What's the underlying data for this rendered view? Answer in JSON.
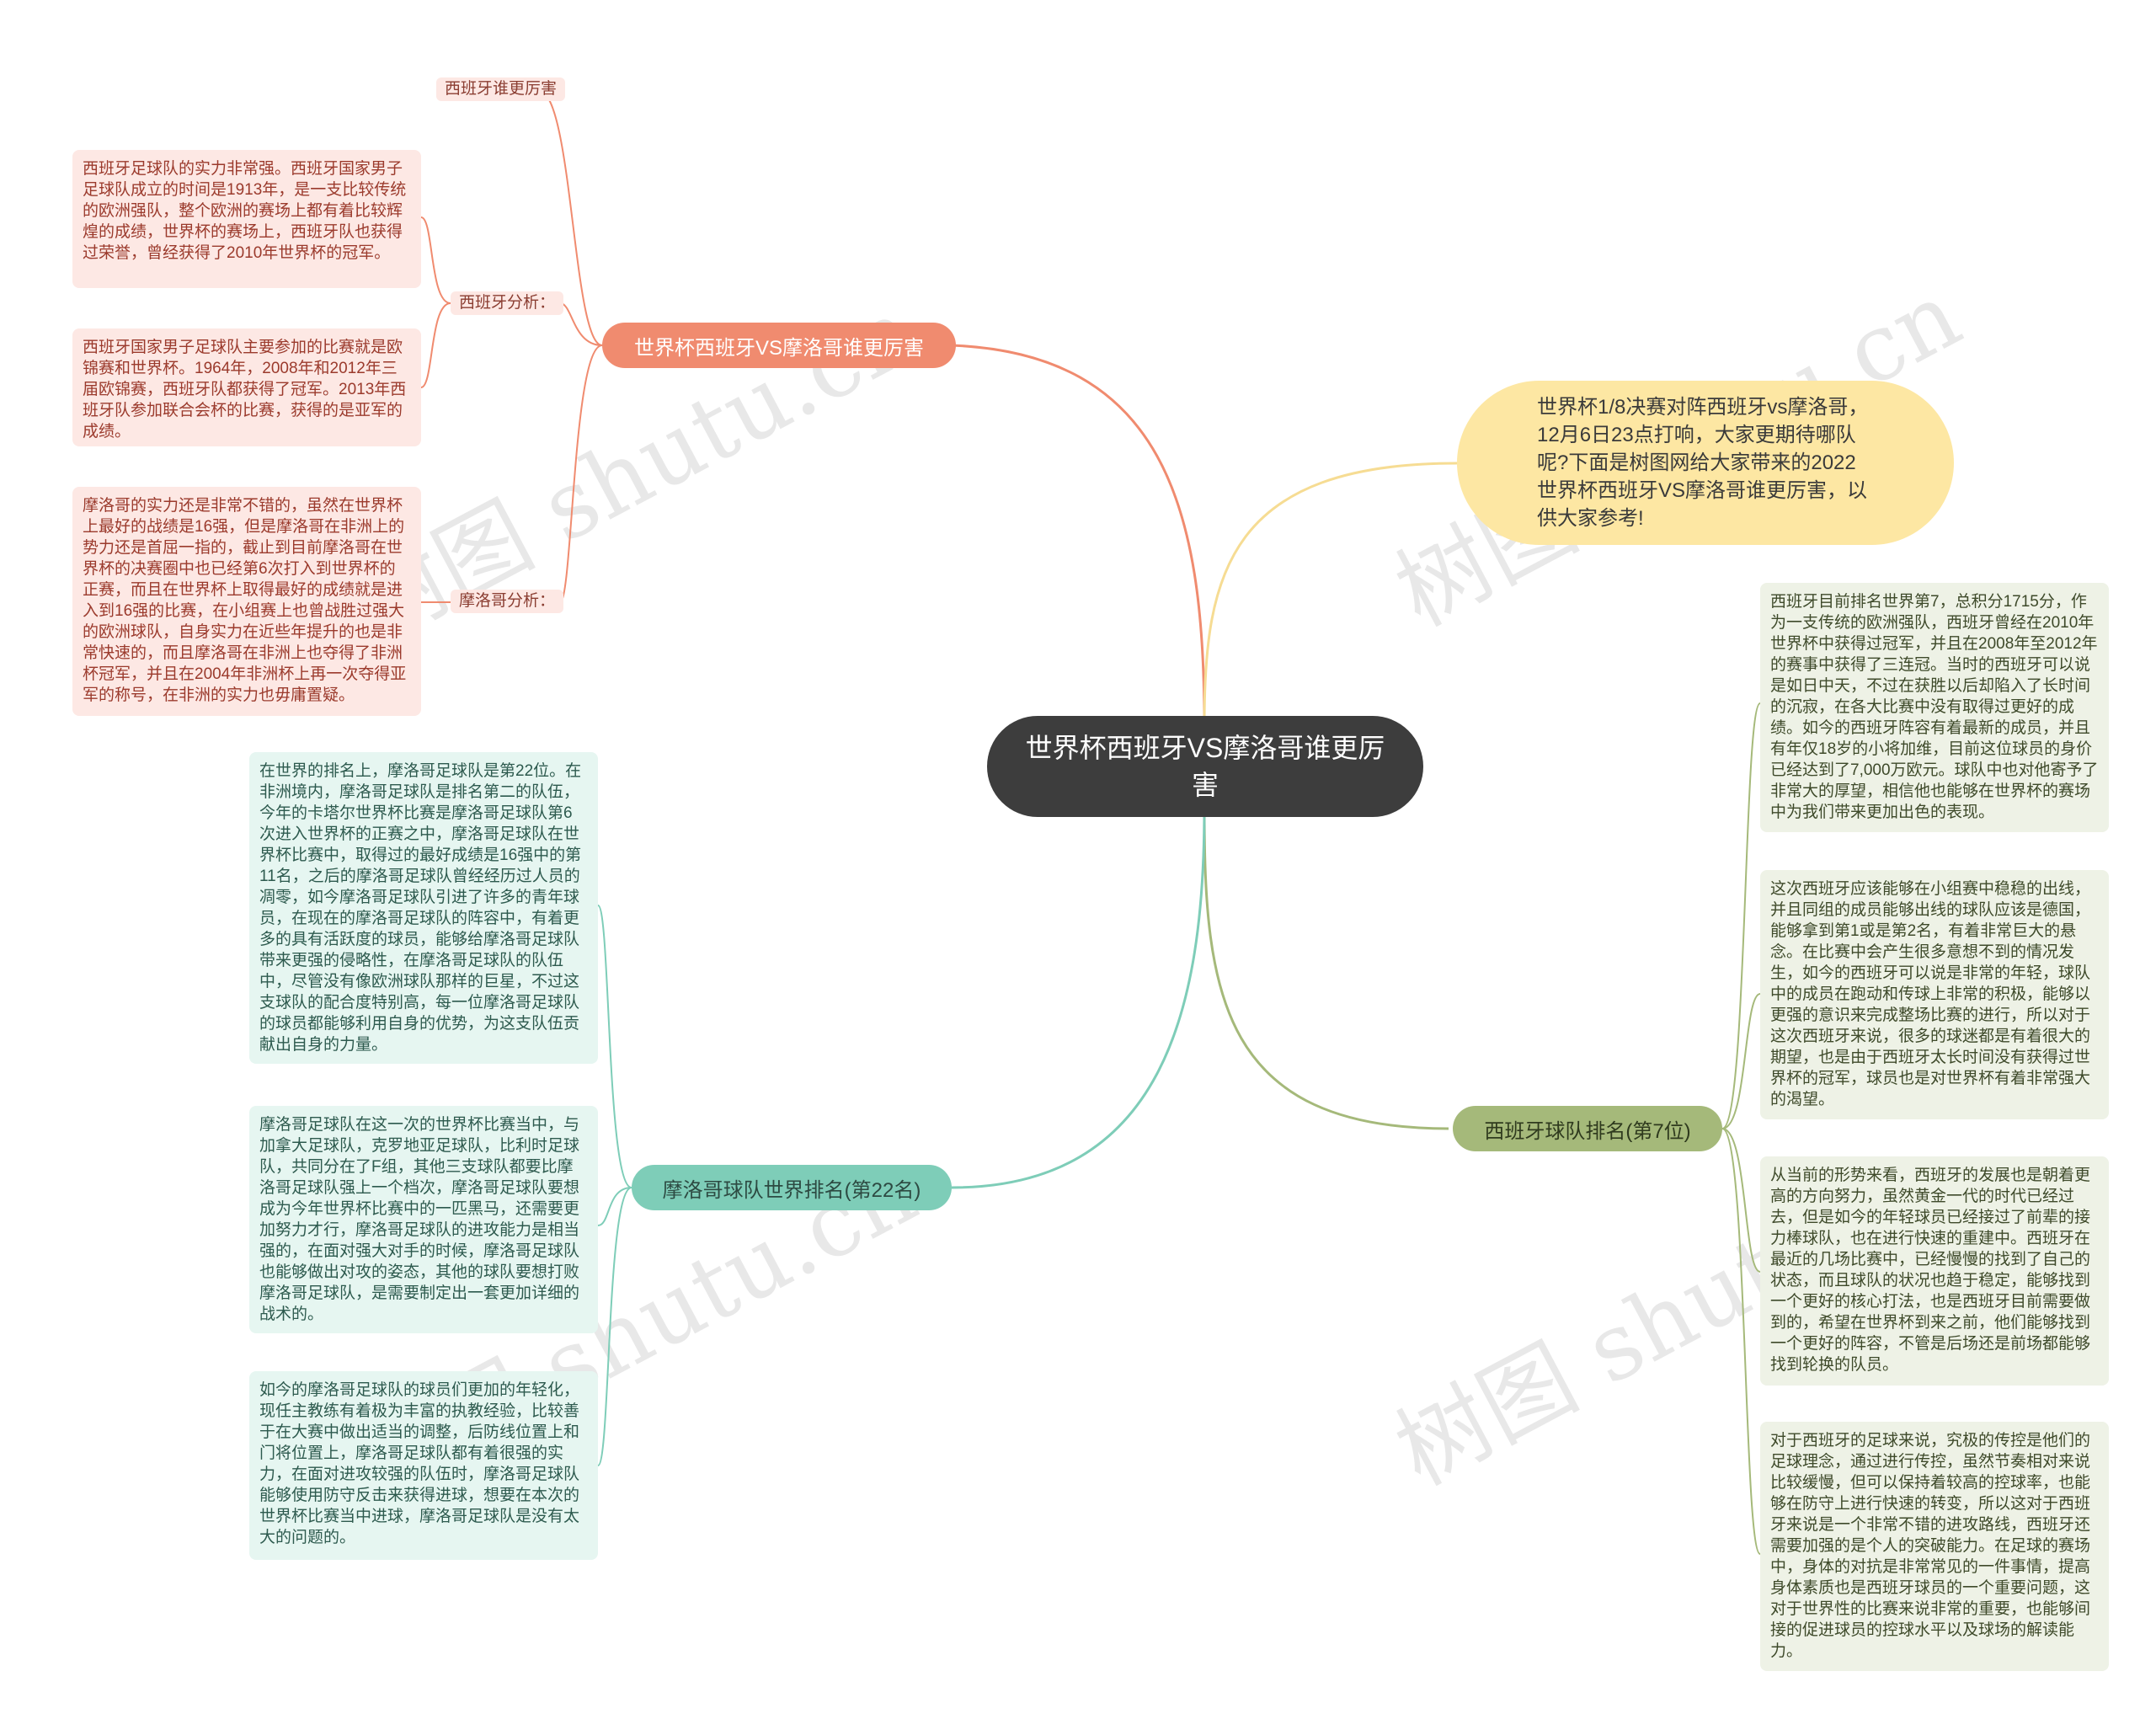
{
  "center": {
    "title": "世界杯西班牙VS摩洛哥谁更厉害"
  },
  "intro": {
    "text": "世界杯1/8决赛对阵西班牙vs摩洛哥，12月6日23点打响，大家更期待哪队呢?下面是树图网给大家带来的2022世界杯西班牙VS摩洛哥谁更厉害，以供大家参考!"
  },
  "branch_left_top": {
    "title": "世界杯西班牙VS摩洛哥谁更厉害",
    "sub_title": "西班牙谁更厉害",
    "spain_label": "西班牙分析：",
    "spain_texts": [
      "西班牙足球队的实力非常强。西班牙国家男子足球队成立的时间是1913年，是一支比较传统的欧洲强队，整个欧洲的赛场上都有着比较辉煌的成绩，世界杯的赛场上，西班牙队也获得过荣誉，曾经获得了2010年世界杯的冠军。",
      "西班牙国家男子足球队主要参加的比赛就是欧锦赛和世界杯。1964年，2008年和2012年三届欧锦赛，西班牙队都获得了冠军。2013年西班牙队参加联合会杯的比赛，获得的是亚军的成绩。"
    ],
    "morocco_label": "摩洛哥分析：",
    "morocco_text": "摩洛哥的实力还是非常不错的，虽然在世界杯上最好的战绩是16强，但是摩洛哥在非洲上的势力还是首屈一指的，截止到目前摩洛哥在世界杯的决赛圈中也已经第6次打入到世界杯的正赛，而且在世界杯上取得最好的成绩就是进入到16强的比赛，在小组赛上也曾战胜过强大的欧洲球队，自身实力在近些年提升的也是非常快速的，而且摩洛哥在非洲上也夺得了非洲杯冠军，并且在2004年非洲杯上再一次夺得亚军的称号，在非洲的实力也毋庸置疑。"
  },
  "branch_left_bottom": {
    "title": "摩洛哥球队世界排名(第22名)",
    "texts": [
      "在世界的排名上，摩洛哥足球队是第22位。在非洲境内，摩洛哥足球队是排名第二的队伍，今年的卡塔尔世界杯比赛是摩洛哥足球队第6次进入世界杯的正赛之中，摩洛哥足球队在世界杯比赛中，取得过的最好成绩是16强中的第11名，之后的摩洛哥足球队曾经经历过人员的凋零，如今摩洛哥足球队引进了许多的青年球员，在现在的摩洛哥足球队的阵容中，有着更多的具有活跃度的球员，能够给摩洛哥足球队带来更强的侵略性，在摩洛哥足球队的队伍中，尽管没有像欧洲球队那样的巨星，不过这支球队的配合度特别高，每一位摩洛哥足球队的球员都能够利用自身的优势，为这支队伍贡献出自身的力量。",
      "摩洛哥足球队在这一次的世界杯比赛当中，与加拿大足球队，克罗地亚足球队，比利时足球队，共同分在了F组，其他三支球队都要比摩洛哥足球队强上一个档次，摩洛哥足球队要想成为今年世界杯比赛中的一匹黑马，还需要更加努力才行，摩洛哥足球队的进攻能力是相当强的，在面对强大对手的时候，摩洛哥足球队也能够做出对攻的姿态，其他的球队要想打败摩洛哥足球队，是需要制定出一套更加详细的战术的。",
      "如今的摩洛哥足球队的球员们更加的年轻化，现任主教练有着极为丰富的执教经验，比较善于在大赛中做出适当的调整，后防线位置上和门将位置上，摩洛哥足球队都有着很强的实力，在面对进攻较强的队伍时，摩洛哥足球队能够使用防守反击来获得进球，想要在本次的世界杯比赛当中进球，摩洛哥足球队是没有太大的问题的。"
    ]
  },
  "branch_right": {
    "title": "西班牙球队排名(第7位)",
    "texts": [
      "西班牙目前排名世界第7，总积分1715分，作为一支传统的欧洲强队，西班牙曾经在2010年世界杯中获得过冠军，并且在2008年至2012年的赛事中获得了三连冠。当时的西班牙可以说是如日中天，不过在获胜以后却陷入了长时间的沉寂，在各大比赛中没有取得过更好的成绩。如今的西班牙阵容有着最新的成员，并且有年仅18岁的小将加维，目前这位球员的身价已经达到了7,000万欧元。球队中也对他寄予了非常大的厚望，相信他也能够在世界杯的赛场中为我们带来更加出色的表现。",
      "这次西班牙应该能够在小组赛中稳稳的出线，并且同组的成员能够出线的球队应该是德国，能够拿到第1或是第2名，有着非常巨大的悬念。在比赛中会产生很多意想不到的情况发生，如今的西班牙可以说是非常的年轻，球队中的成员在跑动和传球上非常的积极，能够以更强的意识来完成整场比赛的进行，所以对于这次西班牙来说，很多的球迷都是有着很大的期望，也是由于西班牙太长时间没有获得过世界杯的冠军，球员也是对世界杯有着非常强大的渴望。",
      "从当前的形势来看，西班牙的发展也是朝着更高的方向努力，虽然黄金一代的时代已经过去，但是如今的年轻球员已经接过了前辈的接力棒球队，也在进行快速的重建中。西班牙在最近的几场比赛中，已经慢慢的找到了自己的状态，而且球队的状况也趋于稳定，能够找到一个更好的核心打法，也是西班牙目前需要做到的，希望在世界杯到来之前，他们能够找到一个更好的阵容，不管是后场还是前场都能够找到轮换的队员。",
      "对于西班牙的足球来说，究极的传控是他们的足球理念，通过进行传控，虽然节奏相对来说比较缓慢，但可以保持着较高的控球率，也能够在防守上进行快速的转变，所以这对于西班牙来说是一个非常不错的进攻路线，西班牙还需要加强的是个人的突破能力。在足球的赛场中，身体的对抗是非常常见的一件事情，提高身体素质也是西班牙球员的一个重要问题，这对于世界性的比赛来说非常的重要，也能够间接的促进球员的控球水平以及球场的解读能力。"
    ]
  },
  "watermarks": [
    "树图 shutu.cn",
    "树图 shutu.cn",
    "树图 shutu.cn",
    "树图 shutu.cn"
  ],
  "colors": {
    "center": "#3d3d3d",
    "orange": "#f08b6f",
    "intro": "#fde7a3",
    "green": "#a5b97a",
    "teal": "#7ecdb8"
  }
}
